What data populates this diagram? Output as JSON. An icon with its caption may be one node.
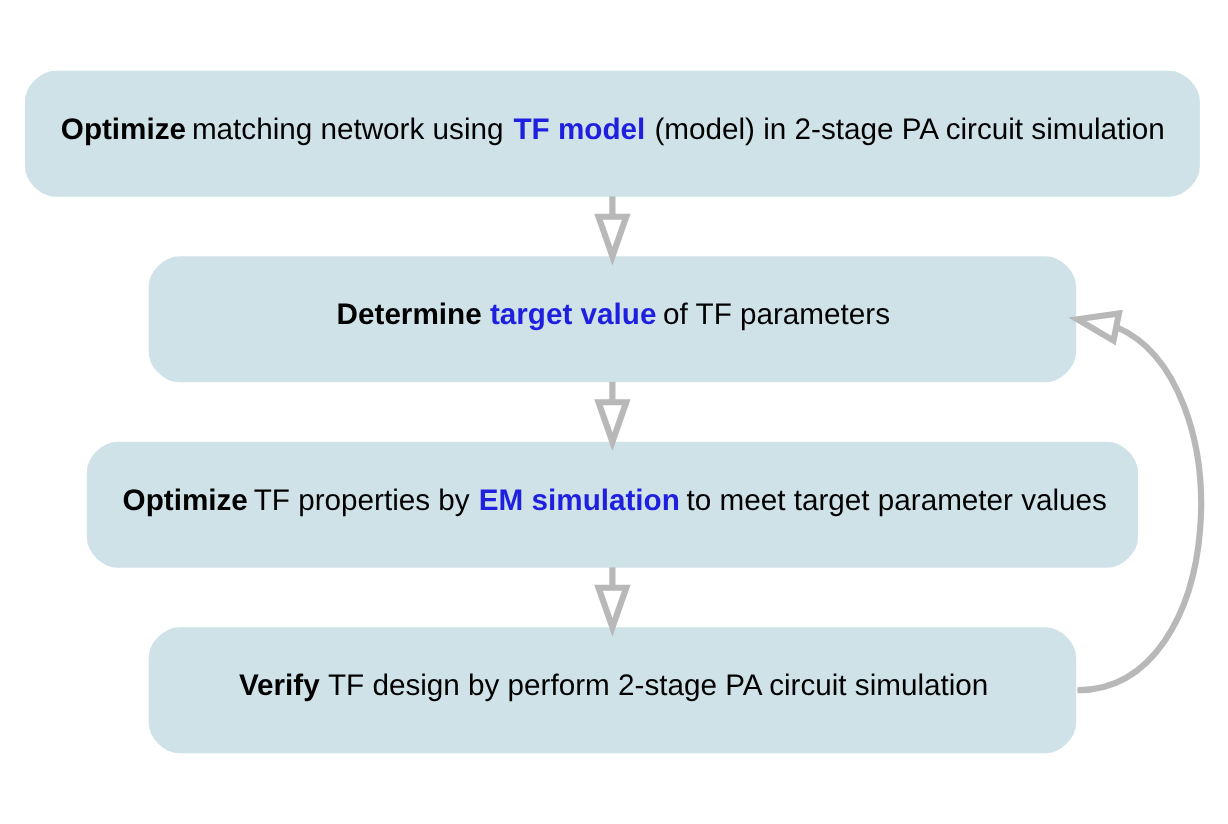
{
  "diagram": {
    "nodes": [
      {
        "text": [
          "**Optimize** matching network using **TF model** (model) in 2-stage PA circuit simulation"
        ]
      },
      {
        "text": [
          "**Determine** **target value** of TF parameters"
        ]
      },
      {
        "text": [
          "**Optimize** TF properties by **EM simulation** to meet target parameter values"
        ]
      },
      {
        "text": [
          "**Verify** TF design by perform 2-stage PA circuit simulation"
        ]
      }
    ],
    "edges": [
      {
        "from": 0,
        "to": 1,
        "arrow": "to"
      },
      {
        "from": 1,
        "to": 2,
        "arrow": "to"
      },
      {
        "from": 2,
        "to": 3,
        "arrow": "to"
      },
      {
        "from": 3,
        "to": 1,
        "arrow": "to"
      }
    ]
  }
}
